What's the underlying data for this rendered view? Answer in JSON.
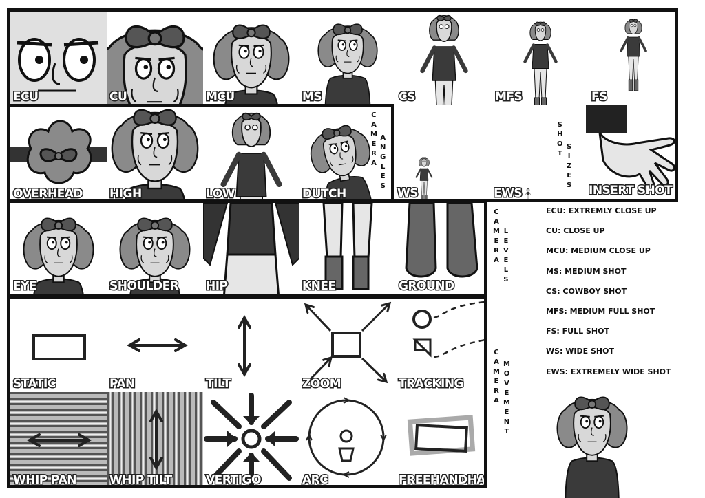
{
  "shot_sizes": [
    {
      "label": "ECU"
    },
    {
      "label": "CU"
    },
    {
      "label": "MCU"
    },
    {
      "label": "MS"
    },
    {
      "label": "CS"
    },
    {
      "label": "MFS"
    },
    {
      "label": "FS"
    }
  ],
  "angles": [
    {
      "label": "OVERHEAD"
    },
    {
      "label": "HIGH"
    },
    {
      "label": "LOW"
    },
    {
      "label": "DUTCH"
    }
  ],
  "wide_shots": [
    {
      "label": "WS"
    },
    {
      "label": "EWS"
    },
    {
      "label": "INSERT SHOT"
    }
  ],
  "levels": [
    {
      "label": "EYE"
    },
    {
      "label": "SHOULDER"
    },
    {
      "label": "HIP"
    },
    {
      "label": "KNEE"
    },
    {
      "label": "GROUND"
    }
  ],
  "movements_row1": [
    {
      "label": "STATIC"
    },
    {
      "label": "PAN"
    },
    {
      "label": "TILT"
    },
    {
      "label": "ZOOM"
    },
    {
      "label": "TRACKING"
    }
  ],
  "movements_row2": [
    {
      "label": "WHIP PAN"
    },
    {
      "label": "WHIP TILT"
    },
    {
      "label": "VERTIGO"
    },
    {
      "label": "ARC"
    },
    {
      "label": "FREEHANDHAND"
    }
  ],
  "vertical_labels": {
    "camera_angles": [
      "C",
      "A",
      "M",
      "E",
      "R",
      "A"
    ],
    "camera_angles_2": [
      "A",
      "N",
      "G",
      "L",
      "E",
      "S"
    ],
    "shot_sizes": [
      "S",
      "H",
      "O",
      "T"
    ],
    "shot_sizes_2": [
      "S",
      "I",
      "Z",
      "E",
      "S"
    ],
    "camera_levels": [
      "C",
      "A",
      "M",
      "E",
      "R",
      "A"
    ],
    "camera_levels_2": [
      "L",
      "E",
      "V",
      "E",
      "L",
      "S"
    ],
    "camera_movement": [
      "C",
      "A",
      "M",
      "E",
      "R",
      "A"
    ],
    "camera_movement_2": [
      "M",
      "O",
      "V",
      "E",
      "M",
      "E",
      "N",
      "T"
    ]
  },
  "legend": [
    "ECU: EXTREMLY CLOSE UP",
    "CU: CLOSE UP",
    "MCU: MEDIUM CLOSE UP",
    "MS: MEDIUM SHOT",
    "CS: COWBOY SHOT",
    "MFS: MEDIUM FULL SHOT",
    "FS: FULL SHOT",
    "WS: WIDE SHOT",
    "EWS: EXTREMELY WIDE SHOT"
  ]
}
